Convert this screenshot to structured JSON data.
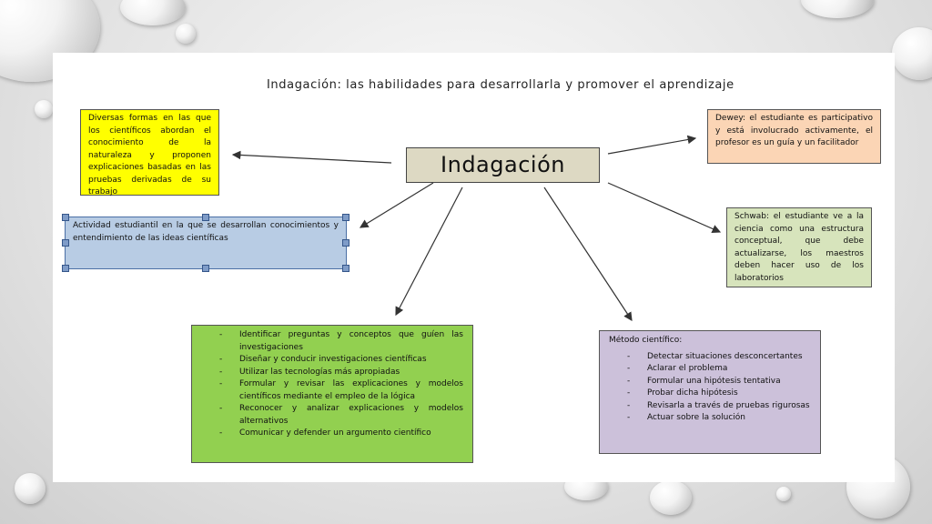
{
  "diagram": {
    "title": "Indagación:  las habilidades  para  desarrollarla  y promover  el aprendizaje",
    "center_label": "Indagación",
    "box_definition": "Diversas formas en las que los científicos abordan el conocimiento de la naturaleza y proponen explicaciones basadas en las pruebas derivadas de su trabajo",
    "box_activity": "Actividad estudiantil en la que se desarrollan conocimientos y entendimiento de las ideas científicas",
    "box_dewey": "Dewey: el estudiante es participativo y está involucrado activamente, el profesor es un guía y un facilitador",
    "box_schwab": "Schwab: el estudiante ve a la ciencia como una estructura conceptual, que debe actualizarse, los maestros deben hacer uso de los laboratorios",
    "skills": [
      "Identificar preguntas y conceptos que guíen las investigaciones",
      "Diseñar y conducir investigaciones científicas",
      "Utilizar las tecnologías más apropiadas",
      "Formular y revisar las explicaciones y modelos científicos mediante el empleo de la lógica",
      "Reconocer y analizar explicaciones y modelos alternativos",
      "Comunicar y defender un argumento científico"
    ],
    "method_title": "Método científico:",
    "method_steps": [
      "Detectar situaciones desconcertantes",
      "Aclarar el problema",
      "Formular una hipótesis tentativa",
      "Probar dicha hipótesis",
      "Revisarla a través de pruebas rigurosas",
      "Actuar sobre la solución"
    ]
  },
  "colors": {
    "yellow": "#ffff00",
    "blue": "#b8cce4",
    "orange": "#fbd5b5",
    "light_green": "#d7e4bc",
    "green": "#92d050",
    "purple": "#ccc1da",
    "center": "#ddd9c3"
  }
}
